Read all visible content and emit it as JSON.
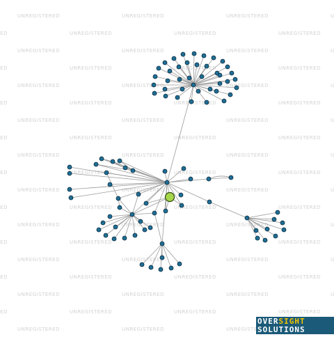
{
  "watermark": {
    "text": "UNREGISTERED"
  },
  "logo": {
    "word_1": "OVER",
    "word_2": "SIGHT",
    "word_3": "SOLUTIONS"
  },
  "colors": {
    "node": "#1e6e95",
    "focus_node": "#a6d64a",
    "edge": "#9a9a9a",
    "logo_background": "#1b5a78",
    "logo_accent": "#f2c400"
  },
  "graph": {
    "node_count": 118,
    "focus_node": "n2"
  }
}
